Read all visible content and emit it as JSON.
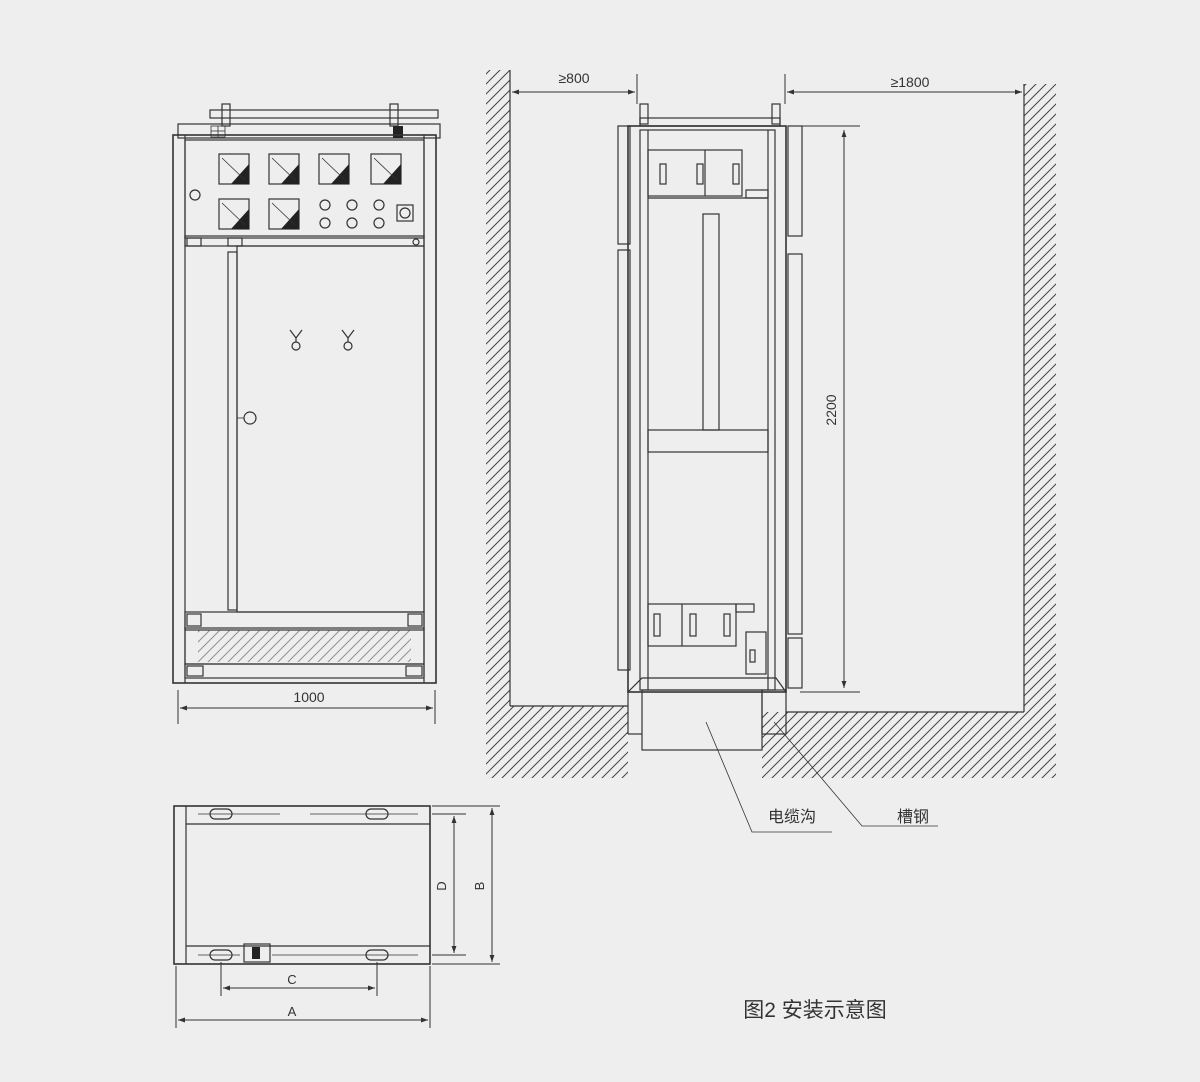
{
  "front_view": {
    "width_label": "1000"
  },
  "side_view": {
    "left_clearance_label": "≥800",
    "right_clearance_label": "≥1800",
    "height_label": "2200",
    "cable_trench_label": "电缆沟",
    "channel_steel_label": "槽钢"
  },
  "plan_view": {
    "label_a": "A",
    "label_b": "B",
    "label_c": "C",
    "label_d": "D"
  },
  "caption": "图2 安装示意图"
}
